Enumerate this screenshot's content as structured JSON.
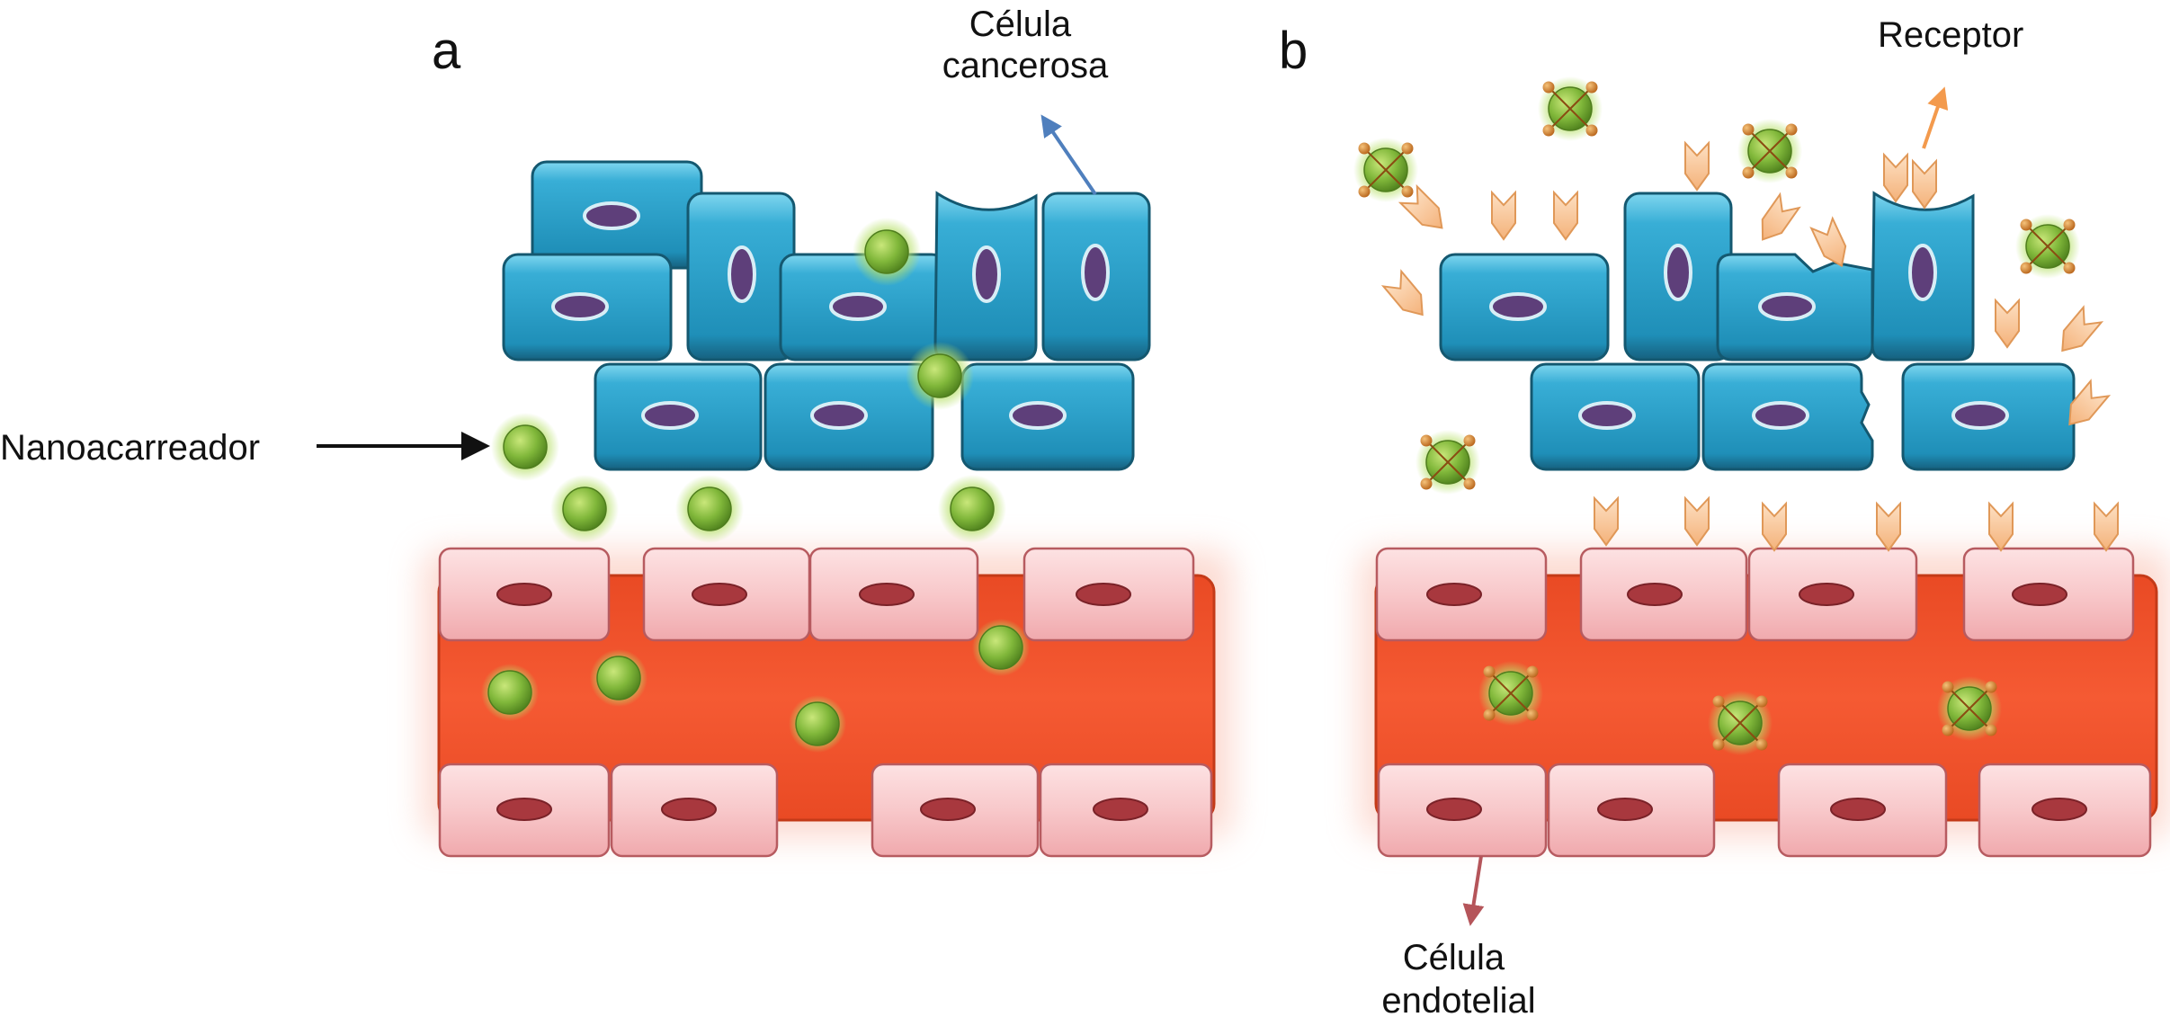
{
  "panels": [
    {
      "letter": "a"
    },
    {
      "letter": "b"
    }
  ],
  "labels": {
    "cancer_cell": [
      "Célula",
      "cancerosa"
    ],
    "nanocarrier": "Nanoacarreador",
    "receptor": "Receptor",
    "endothelial_cell": [
      "Célula",
      "endotelial"
    ]
  },
  "colors": {
    "cancer_cell": "#2fa3cc",
    "cancer_nucleus": "#5e3f7a",
    "vessel": "#f2552f",
    "endothelial_cell": "#f7c3c6",
    "endothelial_nucleus": "#a8383e",
    "nanocarrier": "#7bb435",
    "ligand": "#d9822b",
    "receptor": "#f8c495",
    "arrow_cancer": "#4f7fbd",
    "arrow_receptor": "#f39a4d",
    "arrow_endothelial": "#b5555a"
  }
}
